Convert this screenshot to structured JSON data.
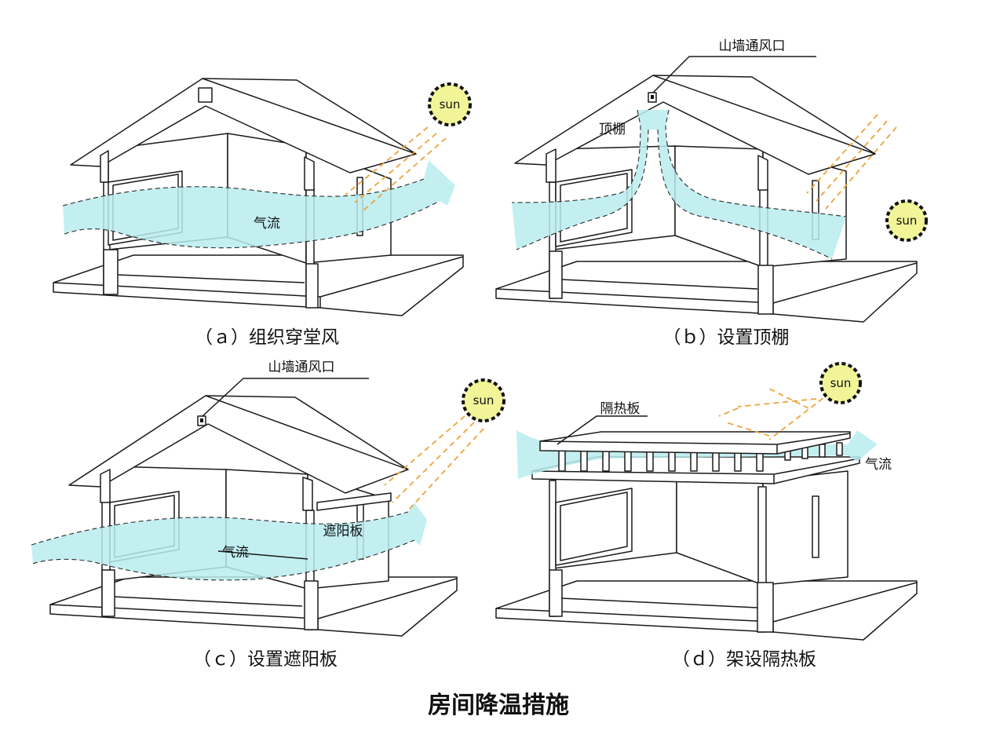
{
  "title": "房间降温措施",
  "sun_label": "sun",
  "panels": [
    {
      "id": "a",
      "caption": "（ａ）组织穿堂风",
      "labels": {
        "airflow": "气流"
      }
    },
    {
      "id": "b",
      "caption": "（ｂ）设置顶棚",
      "labels": {
        "vent": "山墙通风口",
        "ceiling": "顶棚"
      }
    },
    {
      "id": "c",
      "caption": "（ｃ）设置遮阳板",
      "labels": {
        "vent": "山墙通风口",
        "sunshade": "遮阳板",
        "airflow": "气流"
      }
    },
    {
      "id": "d",
      "caption": "（ｄ）架设隔热板",
      "labels": {
        "panel": "隔热板",
        "airflow": "气流"
      }
    }
  ],
  "colors": {
    "airflow": "#b9ecef",
    "sunray": "#f0a23a",
    "sun": "#f1f598",
    "line": "#1a1a1a"
  }
}
